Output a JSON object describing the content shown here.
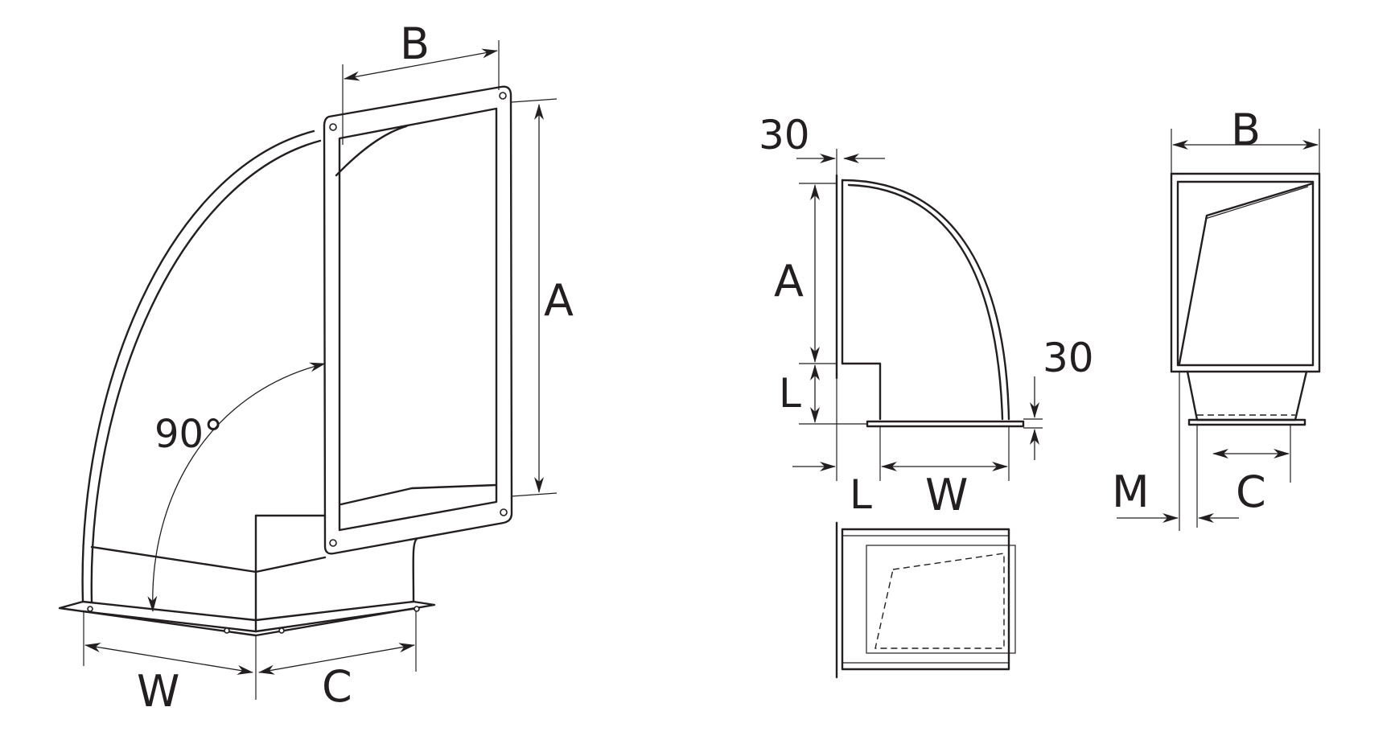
{
  "labels": {
    "iso_B": "B",
    "iso_A": "A",
    "iso_angle": "90°",
    "iso_W": "W",
    "iso_C": "C",
    "side_30_top": "30",
    "side_A": "A",
    "side_L_vert": "L",
    "side_30_right": "30",
    "side_L_horiz": "L",
    "side_W": "W",
    "front_B": "B",
    "front_M": "M",
    "front_C": "C"
  },
  "colors": {
    "line": "#231f20",
    "background": "#ffffff"
  }
}
